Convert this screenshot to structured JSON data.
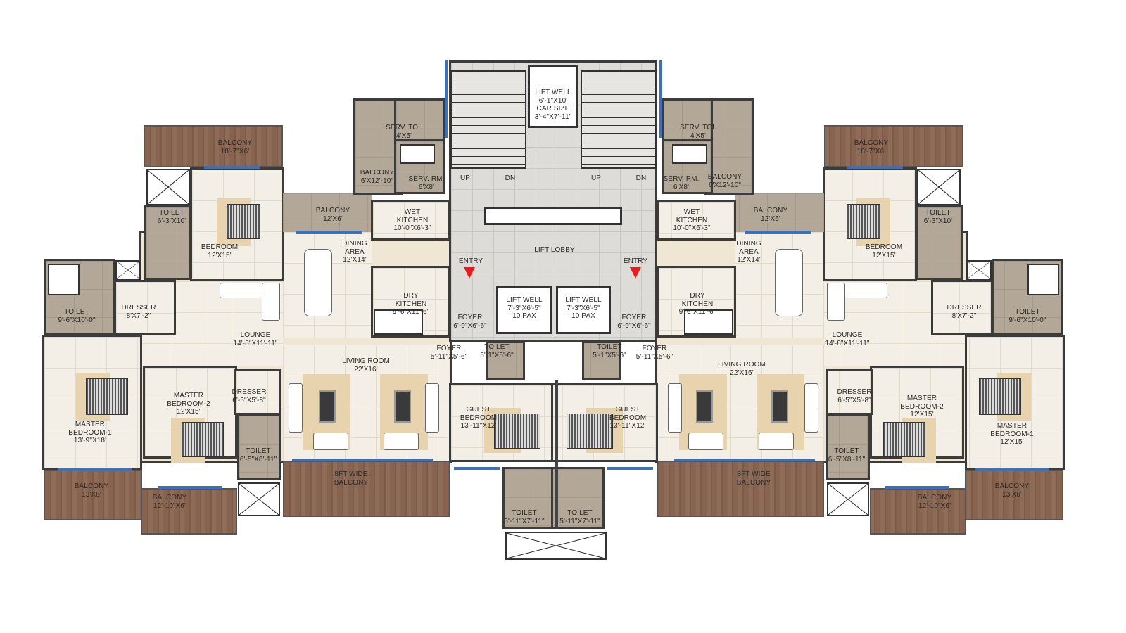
{
  "plan": {
    "colors": {
      "wood": "#876450",
      "cream": "#efe6d3",
      "service": "#b3a797",
      "lobby": "#dddcd9",
      "window": "#3f6fb5",
      "entry_arrow": "#e01e1e"
    },
    "left_unit": {
      "balcony_top": "BALCONY\n18'-7\"X6'",
      "serv_toilet": "SERV. TOI.\n4'X5'",
      "balcony_service": "BALCONY\n6'X12'-10\"",
      "serv_room": "SERV. RM.\n6'X8'",
      "balcony_dining": "BALCONY\n12'X6'",
      "toilet_bedroom": "TOILET\n6'-3\"X10'",
      "wet_kitchen": "WET\nKITCHEN\n10'-0\"X6'-3\"",
      "dining_area": "DINING\nAREA\n12'X14'",
      "bedroom": "BEDROOM\n12'X15'",
      "toilet_master": "TOILET\n9'-6\"X10'-0\"",
      "dresser_master": "DRESSER\n8'X7'-2\"",
      "dry_kitchen": "DRY\nKITCHEN\n9'-6\"X11'-6\"",
      "lounge": "LOUNGE\n14'-8\"X11'-11\"",
      "foyer_entry": "FOYER\n6'-9\"X6'-6\"",
      "foyer_inner": "FOYER\n5'-11\"X5'-6\"",
      "living_room": "LIVING ROOM\n22'X16'",
      "master_bedroom_2": "MASTER\nBEDROOM-2\n12'X15'",
      "dresser_mb2": "DRESSER\n6'-5\"X5'-8\"",
      "master_bedroom_1": "MASTER\nBEDROOM-1\n13'-9\"X18'",
      "toilet_mb2": "TOILET\n6'-5\"X8'-11\"",
      "balcony_living": "8FT WIDE\nBALCONY",
      "balcony_mb1": "BALCONY\n13'X6'",
      "balcony_mb2": "BALCONY\n12'-10\"X6'",
      "toilet_powder": "TOILET\n5'-1\"X5'-6\"",
      "guest_bedroom": "GUEST\nBEDROOM\n13'-11\"X12'",
      "toilet_guest": "TOILET\n5'-11\"X7'-11\""
    },
    "core": {
      "lift_well_service": "LIFT WELL\n6'-1\"X10'\nCAR SIZE\n3'-4\"X7'-11\"",
      "stair_left_up": "UP",
      "stair_left_dn": "DN",
      "stair_right_up": "UP",
      "stair_right_dn": "DN",
      "lift_lobby": "LIFT LOBBY",
      "entry_left": "ENTRY",
      "entry_right": "ENTRY",
      "lift_well_1": "LIFT WELL\n7'-3\"X6'-5\"\n10 PAX",
      "lift_well_2": "LIFT WELL\n7'-3\"X6'-5\"\n10 PAX"
    },
    "right_unit": {
      "balcony_top": "BALCONY\n18'-7\"X6'",
      "serv_toilet": "SERV. TOI.\n4'X5'",
      "balcony_service": "BALCONY\n6'X12'-10\"",
      "serv_room": "SERV. RM.\n6'X8'",
      "balcony_dining": "BALCONY\n12'X6'",
      "toilet_bedroom": "TOILET\n6'-3\"X10'",
      "wet_kitchen": "WET\nKITCHEN\n10'-0\"X6'-3\"",
      "dining_area": "DINING\nAREA\n12'X14'",
      "bedroom": "BEDROOM\n12'X15'",
      "toilet_master": "TOILET\n9'-6\"X10'-0\"",
      "dresser_master": "DRESSER\n8'X7'-2\"",
      "dry_kitchen": "DRY\nKITCHEN\n9'-6\"X11'-6\"",
      "lounge": "LOUNGE\n14'-8\"X11'-11\"",
      "foyer_entry": "FOYER\n6'-9\"X6'-6\"",
      "foyer_inner": "FOYER\n5'-11\"X5'-6\"",
      "living_room": "LIVING ROOM\n22'X16'",
      "master_bedroom_2": "MASTER\nBEDROOM-2\n12'X15'",
      "dresser_mb2": "DRESSER\n6'-5\"X5'-8\"",
      "master_bedroom_1": "MASTER\nBEDROOM-1\n12'X15'",
      "toilet_mb2": "TOILET\n6'-5\"X8'-11\"",
      "balcony_living": "8FT WIDE\nBALCONY",
      "balcony_mb1": "BALCONY\n13'X6'",
      "balcony_mb2": "BALCONY\n12'-10\"X6'",
      "toilet_powder": "TOILET\n5'-1\"X5'-6\"",
      "guest_bedroom": "GUEST\nBEDROOM\n13'-11\"X12'",
      "toilet_guest": "TOILET\n5'-11\"X7'-11\""
    }
  }
}
